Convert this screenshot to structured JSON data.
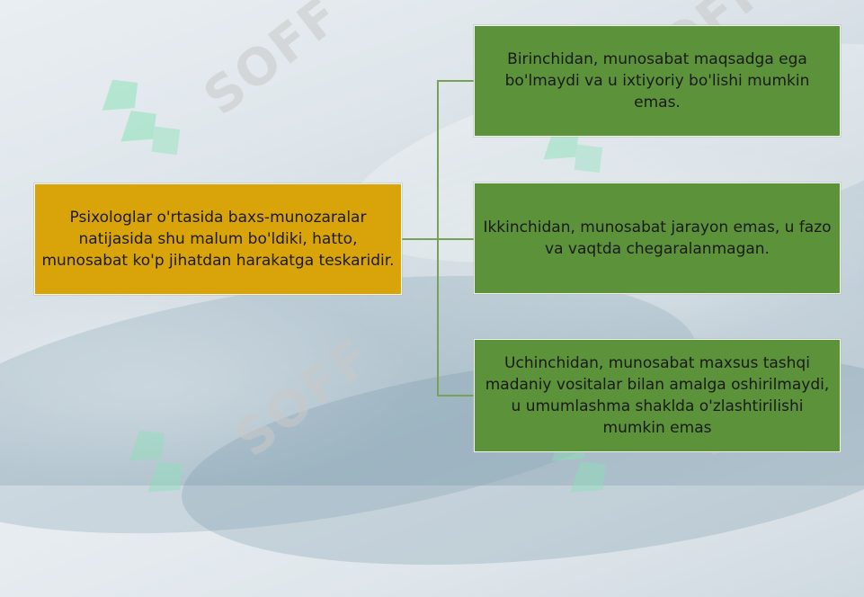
{
  "diagram": {
    "main_node": {
      "text": "Psixologlar o'rtasida baxs-munozaralar natijasida shu malum bo'ldiki, hatto, munosabat ko'p jihatdan harakatga teskaridir."
    },
    "branches": [
      {
        "text": "Birinchidan, munosabat maqsadga ega bo'lmaydi va u ixtiyoriy bo'lishi mumkin emas."
      },
      {
        "text": "Ikkinchidan, munosabat jarayon emas, u fazo va vaqtda chegaralanmagan."
      },
      {
        "text": "Uchinchidan, munosabat maxsus tashqi madaniy vositalar bilan amalga oshirilmaydi, u umumlashma shaklda o'zlashtirilishi mumkin emas"
      }
    ]
  },
  "watermark": {
    "text": "SOFF",
    "logo_icon": "soff-logo-icon"
  },
  "colors": {
    "main_node": "#d9a40a",
    "branch_node": "#5c9239",
    "connector": "#7aa15a"
  }
}
